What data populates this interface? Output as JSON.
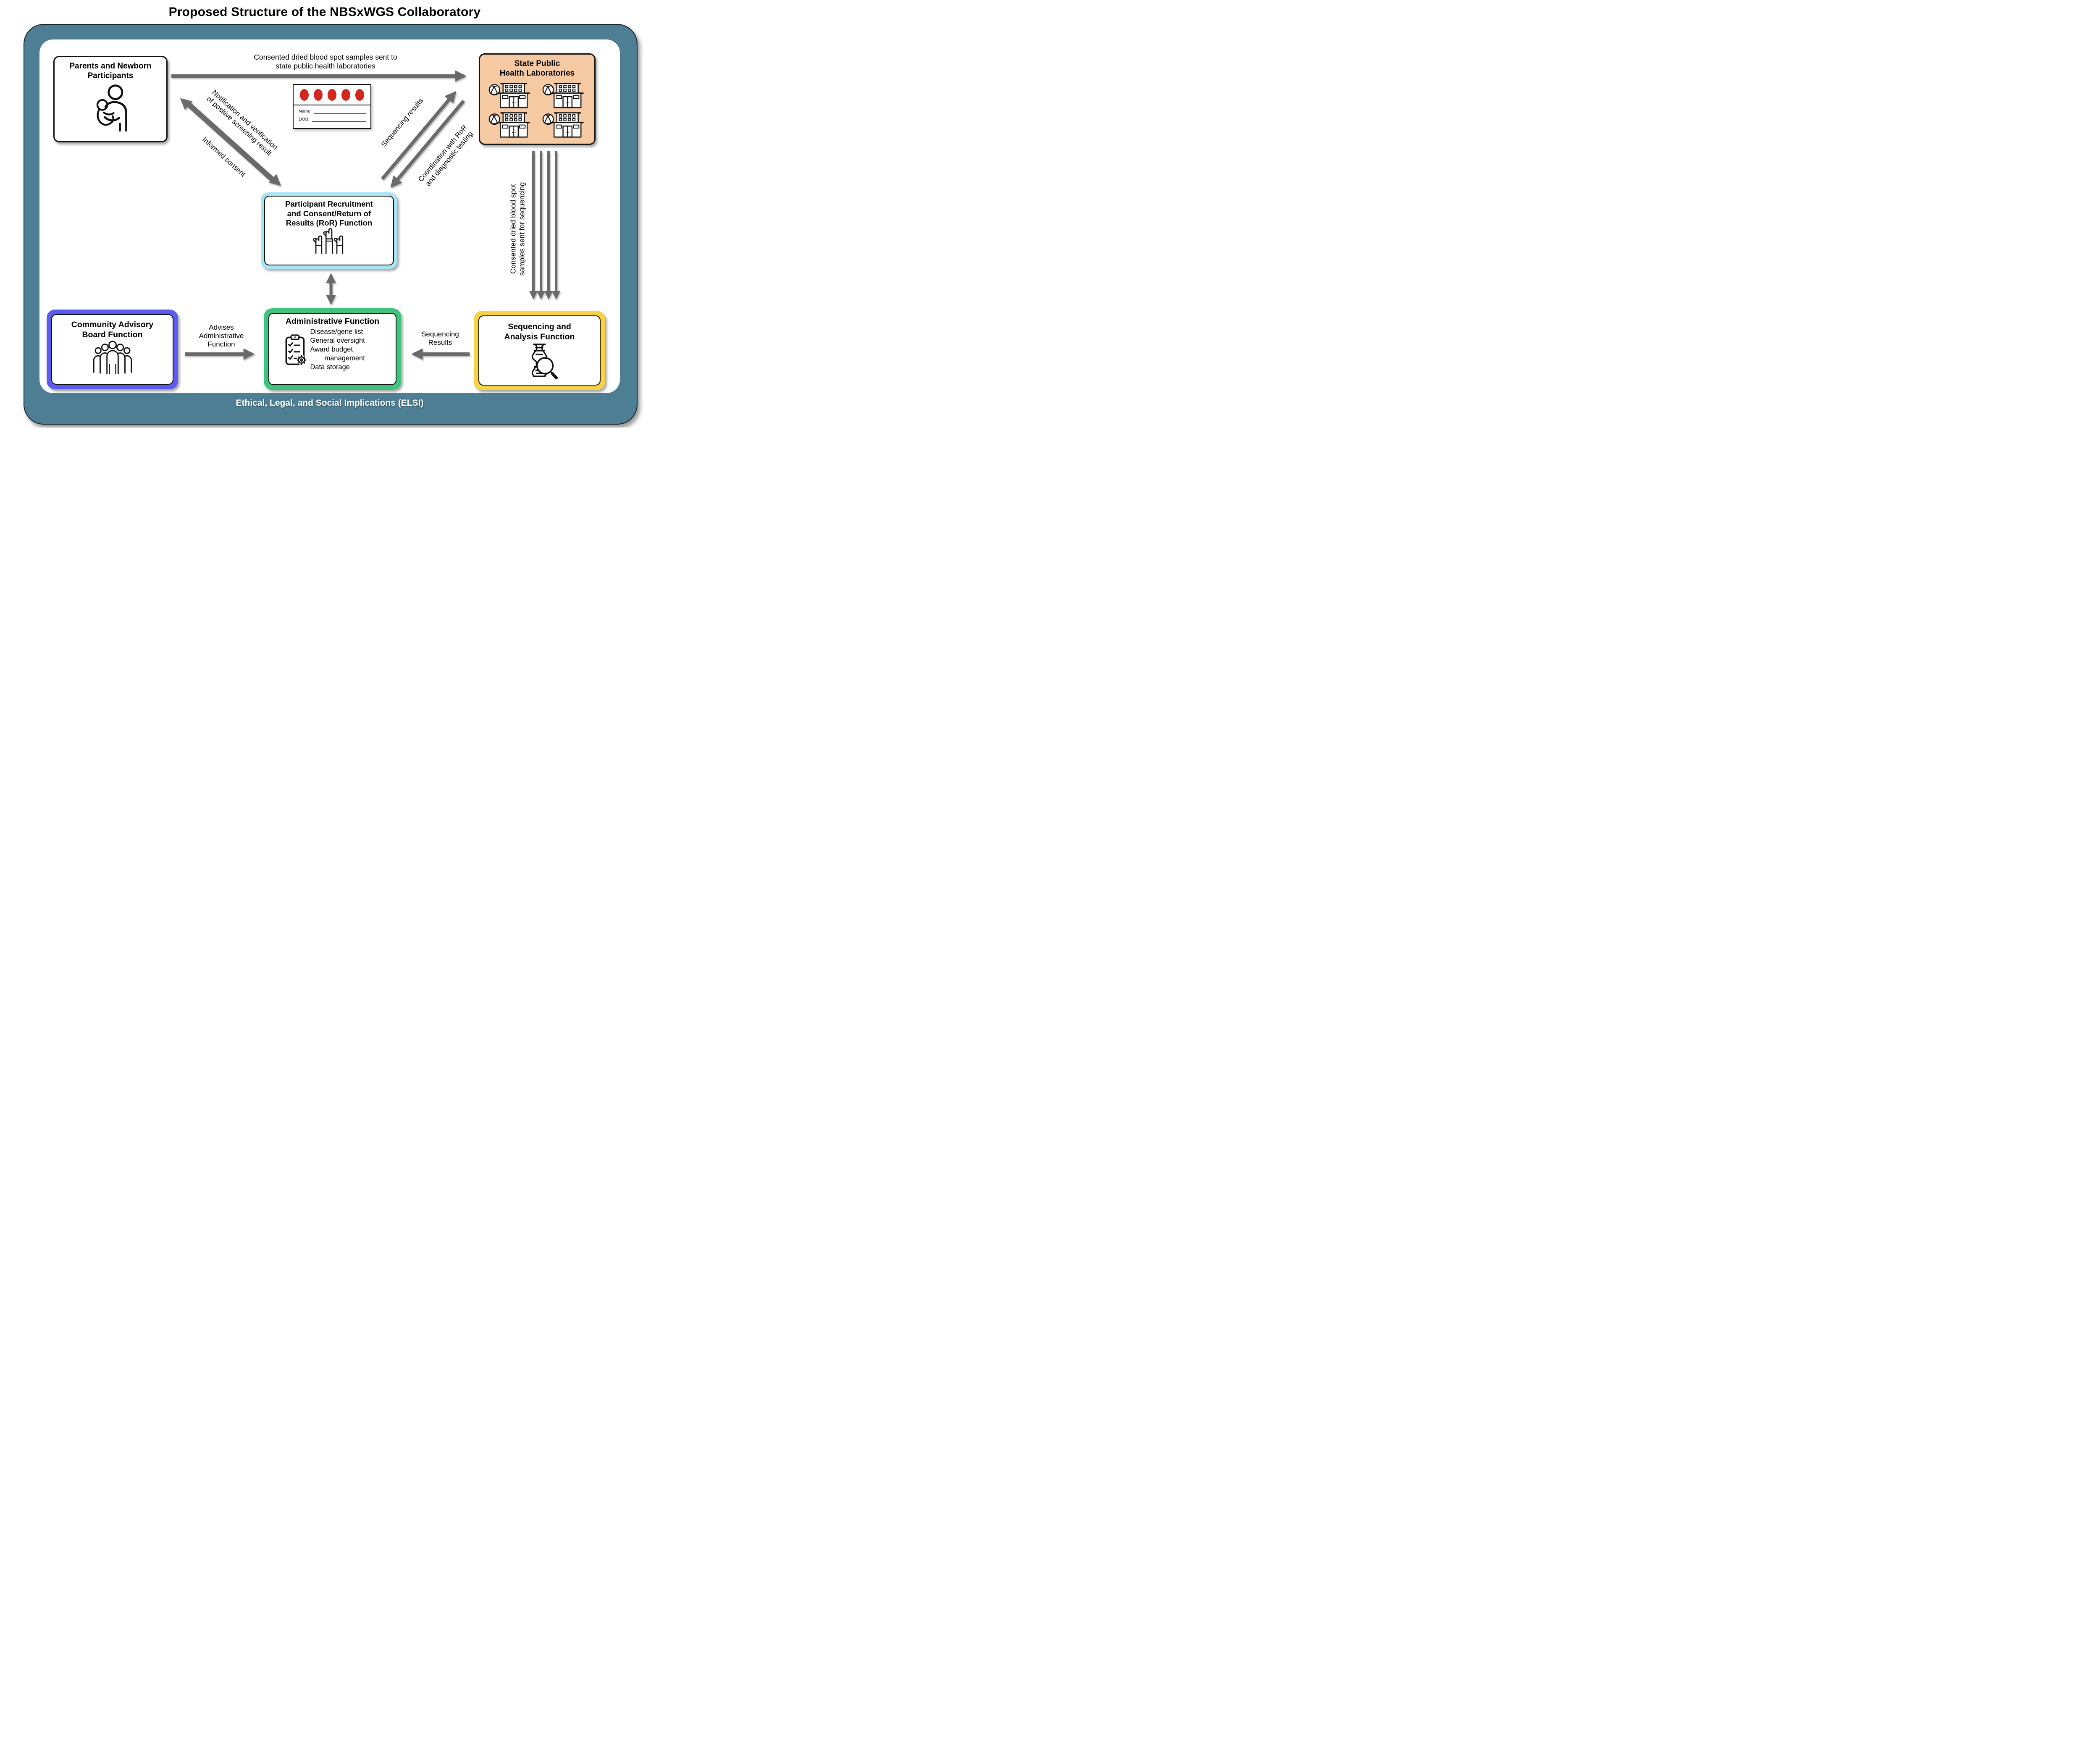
{
  "title": "Proposed Structure of the NBSxWGS Collaboratory",
  "footer": {
    "elsi": "Ethical, Legal, and Social Implications (ELSI)"
  },
  "boxes": {
    "parents": {
      "title_lines": [
        "Parents and Newborn",
        "Participants"
      ],
      "icon": "parent-and-baby-icon"
    },
    "labs": {
      "title_lines": [
        "State Public",
        "Health Laboratories"
      ],
      "icon": "laboratory-building-icon",
      "building_count": 4
    },
    "ror": {
      "title_lines": [
        "Participant Recruitment",
        "and Consent/Return of",
        "Results (RoR) Function"
      ],
      "icon": "raised-hands-icon"
    },
    "cab": {
      "title_lines": [
        "Community Advisory",
        "Board Function"
      ],
      "icon": "people-group-icon"
    },
    "admin": {
      "title": "Administrative Function",
      "items": [
        "Disease/gene list",
        "General oversight",
        "Award budget management",
        "Data storage"
      ],
      "icon": "clipboard-checklist-gear-icon"
    },
    "seq": {
      "title_lines": [
        "Sequencing and",
        "Analysis Function"
      ],
      "icon": "dna-magnifier-icon"
    }
  },
  "blood_card": {
    "name_label": "Name:",
    "dob_label": "DOB:",
    "spot_count": 5
  },
  "arrows": {
    "samples_to_labs": {
      "lines": [
        "Consented dried blood spot samples sent to",
        "state public health laboratories"
      ]
    },
    "notification": {
      "lines": [
        "Notification and verification",
        "of positive screening result"
      ]
    },
    "informed_consent": {
      "lines": [
        "Informed consent"
      ]
    },
    "sequencing_results_diag": {
      "lines": [
        "Sequencing results"
      ]
    },
    "coordination": {
      "lines": [
        "Coordination with RoR",
        "and diagnostic testing"
      ]
    },
    "samples_for_sequencing": {
      "lines": [
        "Consented dried blood spot",
        "samples sent for sequencing"
      ]
    },
    "advises": {
      "lines": [
        "Advises",
        "Administrative",
        "Function"
      ]
    },
    "sequencing_results_left": {
      "lines": [
        "Sequencing",
        "Results"
      ]
    }
  },
  "colors": {
    "frame": "#4d7e94",
    "labs": "#f5c9a2",
    "ror": "#a9e4f4",
    "cab": "#5d5bf0",
    "admin": "#3ec47e",
    "seq": "#f7d243",
    "arrow": "#6b6b6b",
    "spot": "#d1271d"
  }
}
